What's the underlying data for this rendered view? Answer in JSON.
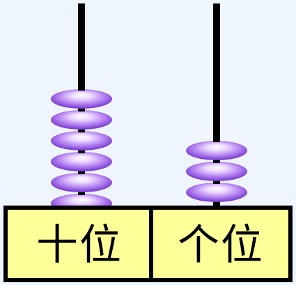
{
  "abacus": {
    "rods": [
      {
        "label": "十位",
        "beads": 6
      },
      {
        "label": "个位",
        "beads": 3
      }
    ],
    "colors": {
      "background": "#eef5fc",
      "rod": "#000000",
      "bead_light": "#f6eaff",
      "bead_mid": "#c9a0f2",
      "bead_dark": "#8a4fd8",
      "base": "#ffff99"
    }
  }
}
